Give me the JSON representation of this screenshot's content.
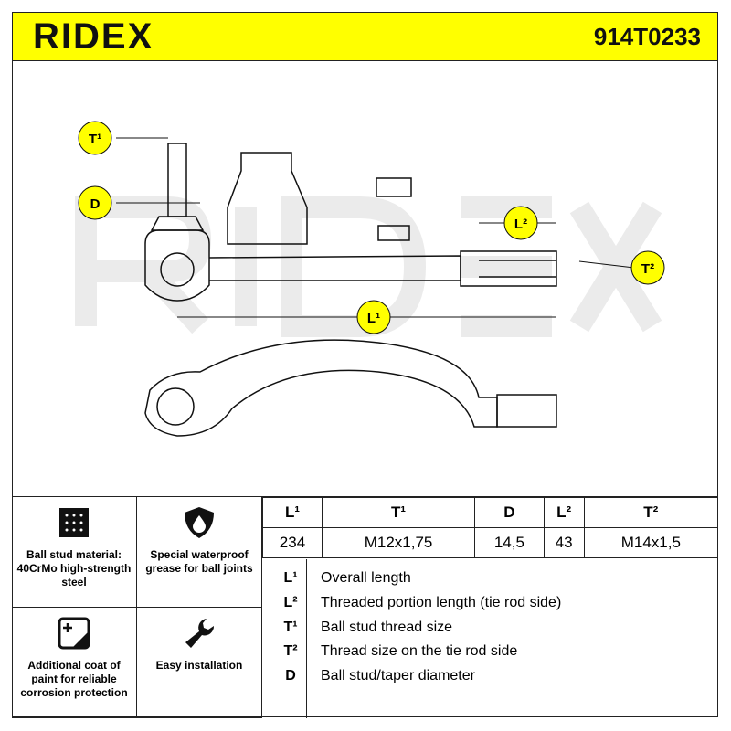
{
  "header": {
    "brand": "RIDEX",
    "part_number": "914T0233"
  },
  "drawing": {
    "labels": {
      "t1": "T¹",
      "d": "D",
      "l2": "L²",
      "t2": "T²",
      "l1": "L¹"
    },
    "watermark": "RIDEX"
  },
  "features": [
    {
      "icon": "steel-grid-icon",
      "text": "Ball stud material: 40CrMo high-strength steel"
    },
    {
      "icon": "shield-drop-icon",
      "text": "Special waterproof grease for ball joints"
    },
    {
      "icon": "paint-layer-icon",
      "text": "Additional coat of paint for reliable corrosion protection"
    },
    {
      "icon": "wrench-icon",
      "text": "Easy installation"
    }
  ],
  "spec": {
    "headers": [
      "L¹",
      "T¹",
      "D",
      "L²",
      "T²"
    ],
    "values": [
      "234",
      "M12x1,75",
      "14,5",
      "43",
      "M14x1,5"
    ]
  },
  "legend": [
    {
      "key": "L¹",
      "desc": "Overall length"
    },
    {
      "key": "L²",
      "desc": "Threaded portion length (tie rod side)"
    },
    {
      "key": "T¹",
      "desc": "Ball stud thread size"
    },
    {
      "key": "T²",
      "desc": "Thread size on the tie rod side"
    },
    {
      "key": "D",
      "desc": "Ball stud/taper diameter"
    }
  ]
}
